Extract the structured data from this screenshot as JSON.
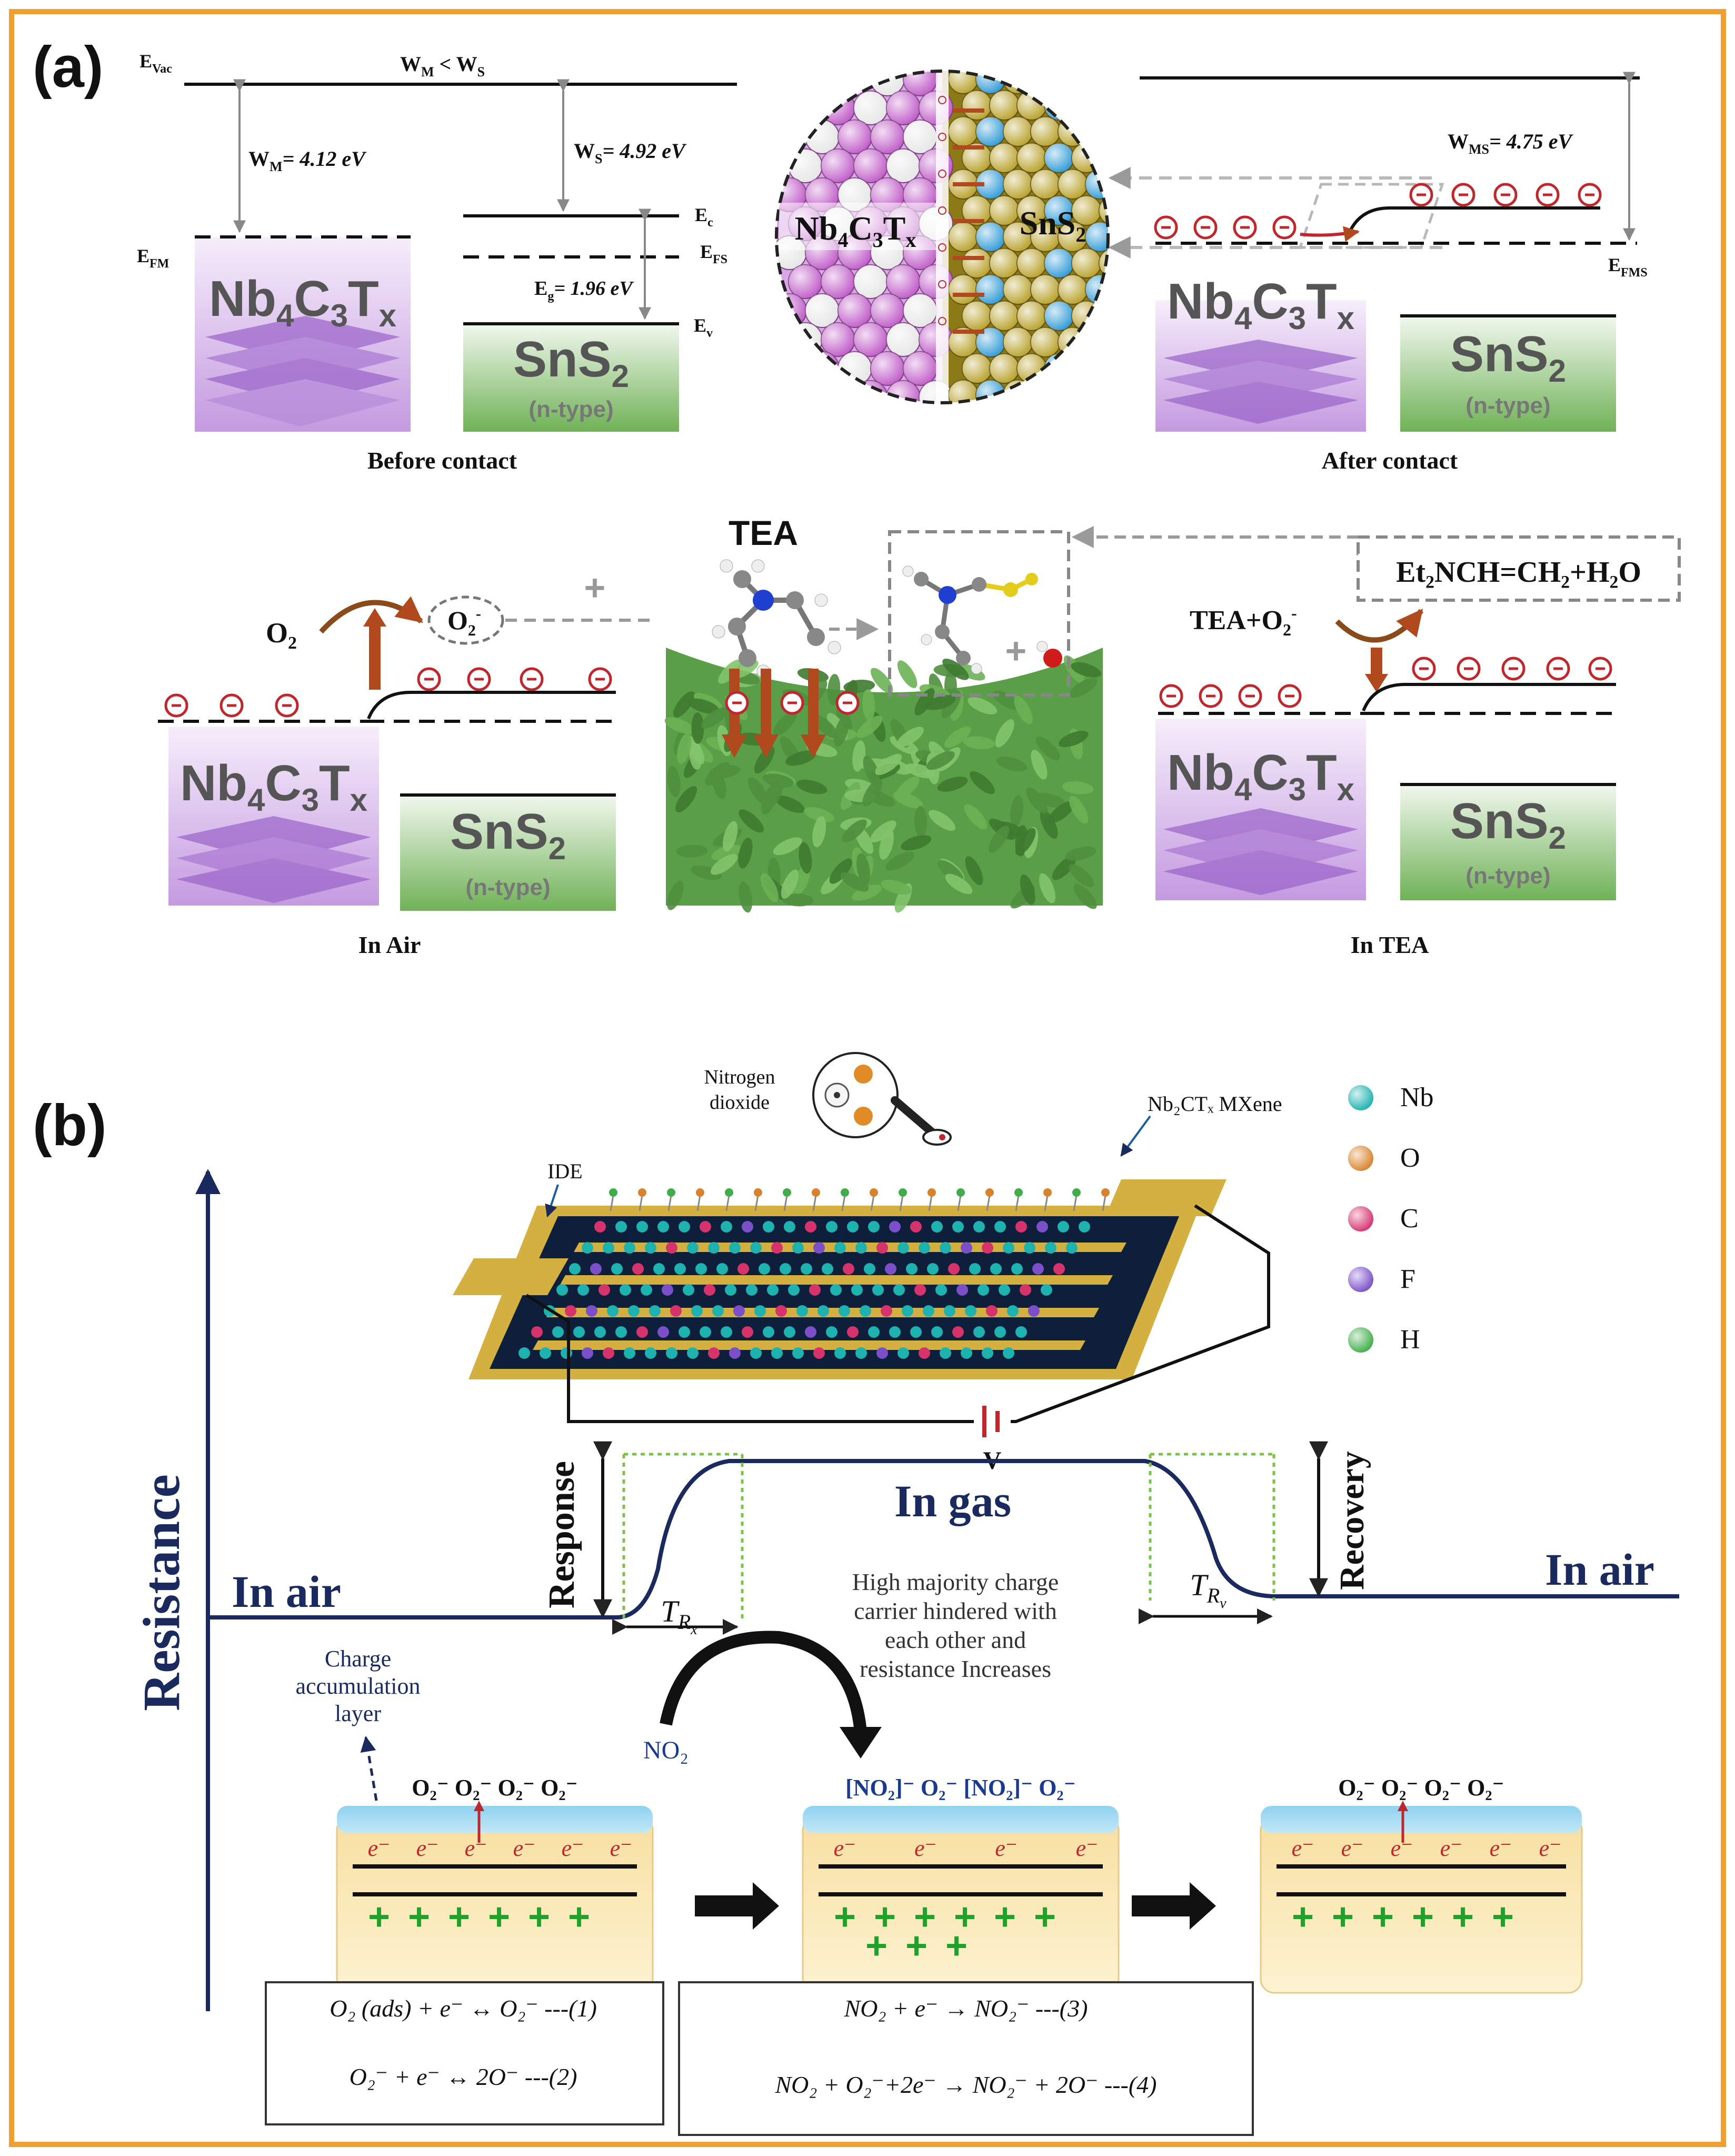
{
  "colors": {
    "frame": "#f0a030",
    "purple": "#c89be0",
    "purple_dark": "#9a63c9",
    "green": "#7fbf60",
    "green_dark": "#3f8f3a",
    "electron_red": "#c0272d",
    "arrow_brown": "#b04a1e",
    "navy": "#1a2a5e",
    "dotted_green": "#7dc242",
    "gold": "#c8a238",
    "teal": "#1db2b0"
  },
  "panel_a": {
    "label": "(a)",
    "before": {
      "evac": "E",
      "evac_sub": "Vac",
      "wm_ws": "W",
      "wm_ws_m_sub": "M",
      "wm_ws_mid": " < W",
      "wm_ws_s_sub": "S",
      "wm_label": "W",
      "wm_sub": "M",
      "wm_value": "= 4.12 eV",
      "ws_label": "W",
      "ws_sub": "S",
      "ws_value": "= 4.92 eV",
      "efm": "E",
      "efm_sub": "FM",
      "ec": "E",
      "ec_sub": "c",
      "efs": "E",
      "efs_sub": "FS",
      "eg_label": "E",
      "eg_sub": "g",
      "eg_value": "= 1.96 eV",
      "ev": "E",
      "ev_sub": "v",
      "caption": "Before contact"
    },
    "sphere": {
      "left": "Nb",
      "left_s1": "4",
      "left_mid": "C",
      "left_s2": "3",
      "left_end": "T",
      "left_s3": "x",
      "right": "SnS",
      "right_s": "2"
    },
    "after": {
      "wms_label": "W",
      "wms_sub": "MS",
      "wms_value": "= 4.75 eV",
      "efms": "E",
      "efms_sub": "FMS",
      "caption": "After contact"
    },
    "block_metal": "Nb",
    "block_metal_s1": "4",
    "block_metal_mid": "C",
    "block_metal_s2": "3",
    "block_metal_end": "T",
    "block_metal_s3": "x",
    "block_semi": "SnS",
    "block_semi_s": "2",
    "block_semi_type": "(n-type)",
    "electron": "−",
    "air": {
      "o2": "O",
      "o2_sub": "2",
      "o2minus": "O",
      "o2minus_sub": "2",
      "o2minus_sup": "-",
      "plus": "+",
      "caption": "In Air"
    },
    "tea": {
      "title": "TEA",
      "product": "Et₂NCH=CH₂+H₂O",
      "reactant": "TEA+O",
      "reactant_sub": "2",
      "reactant_sup": "-",
      "plus": "+",
      "caption": "In TEA"
    }
  },
  "panel_b": {
    "label": "(b)",
    "y_axis": "Resistance",
    "device": {
      "gas": "Nitrogen\ndioxide",
      "mxene": "Nb₂CTₓ MXene",
      "ide": "IDE",
      "voltage": "V"
    },
    "legend": [
      {
        "name": "Nb",
        "color": "#1db2b0"
      },
      {
        "name": "O",
        "color": "#d9822b"
      },
      {
        "name": "C",
        "color": "#d6336c"
      },
      {
        "name": "F",
        "color": "#7a4fc9"
      },
      {
        "name": "H",
        "color": "#3fae49"
      }
    ],
    "curve": {
      "in_air_left": "In air",
      "in_gas": "In gas",
      "in_air_right": "In air",
      "response": "Response",
      "recovery": "Recovery",
      "tr_x": "T",
      "tr_x_sub": "R",
      "tr_x_subsub": "x",
      "tr_v": "T",
      "tr_v_sub": "R",
      "tr_v_subsub": "v"
    },
    "note": "High majority charge\ncarrier hindered with\neach other and\nresistance Increases",
    "charge_layer": "Charge\naccumulation\nlayer",
    "no2": "NO₂",
    "states": {
      "left_top": "O₂⁻  O₂⁻  O₂⁻ O₂⁻",
      "middle_top": "[NO₂]⁻ O₂⁻ [NO₂]⁻ O₂⁻",
      "right_top": "O₂⁻  O₂⁻  O₂⁻ O₂⁻",
      "electron": "e⁻",
      "hole": "+"
    },
    "equations_left": [
      "O₂ (ads) + e⁻ ↔ O₂⁻  ---(1)",
      "O₂⁻ + e⁻ ↔ 2O⁻  ---(2)"
    ],
    "equations_right": [
      "NO₂ + e⁻ → NO₂⁻  ---(3)",
      "NO₂ + O₂⁻+2e⁻ → NO₂⁻ + 2O⁻ ---(4)"
    ]
  }
}
